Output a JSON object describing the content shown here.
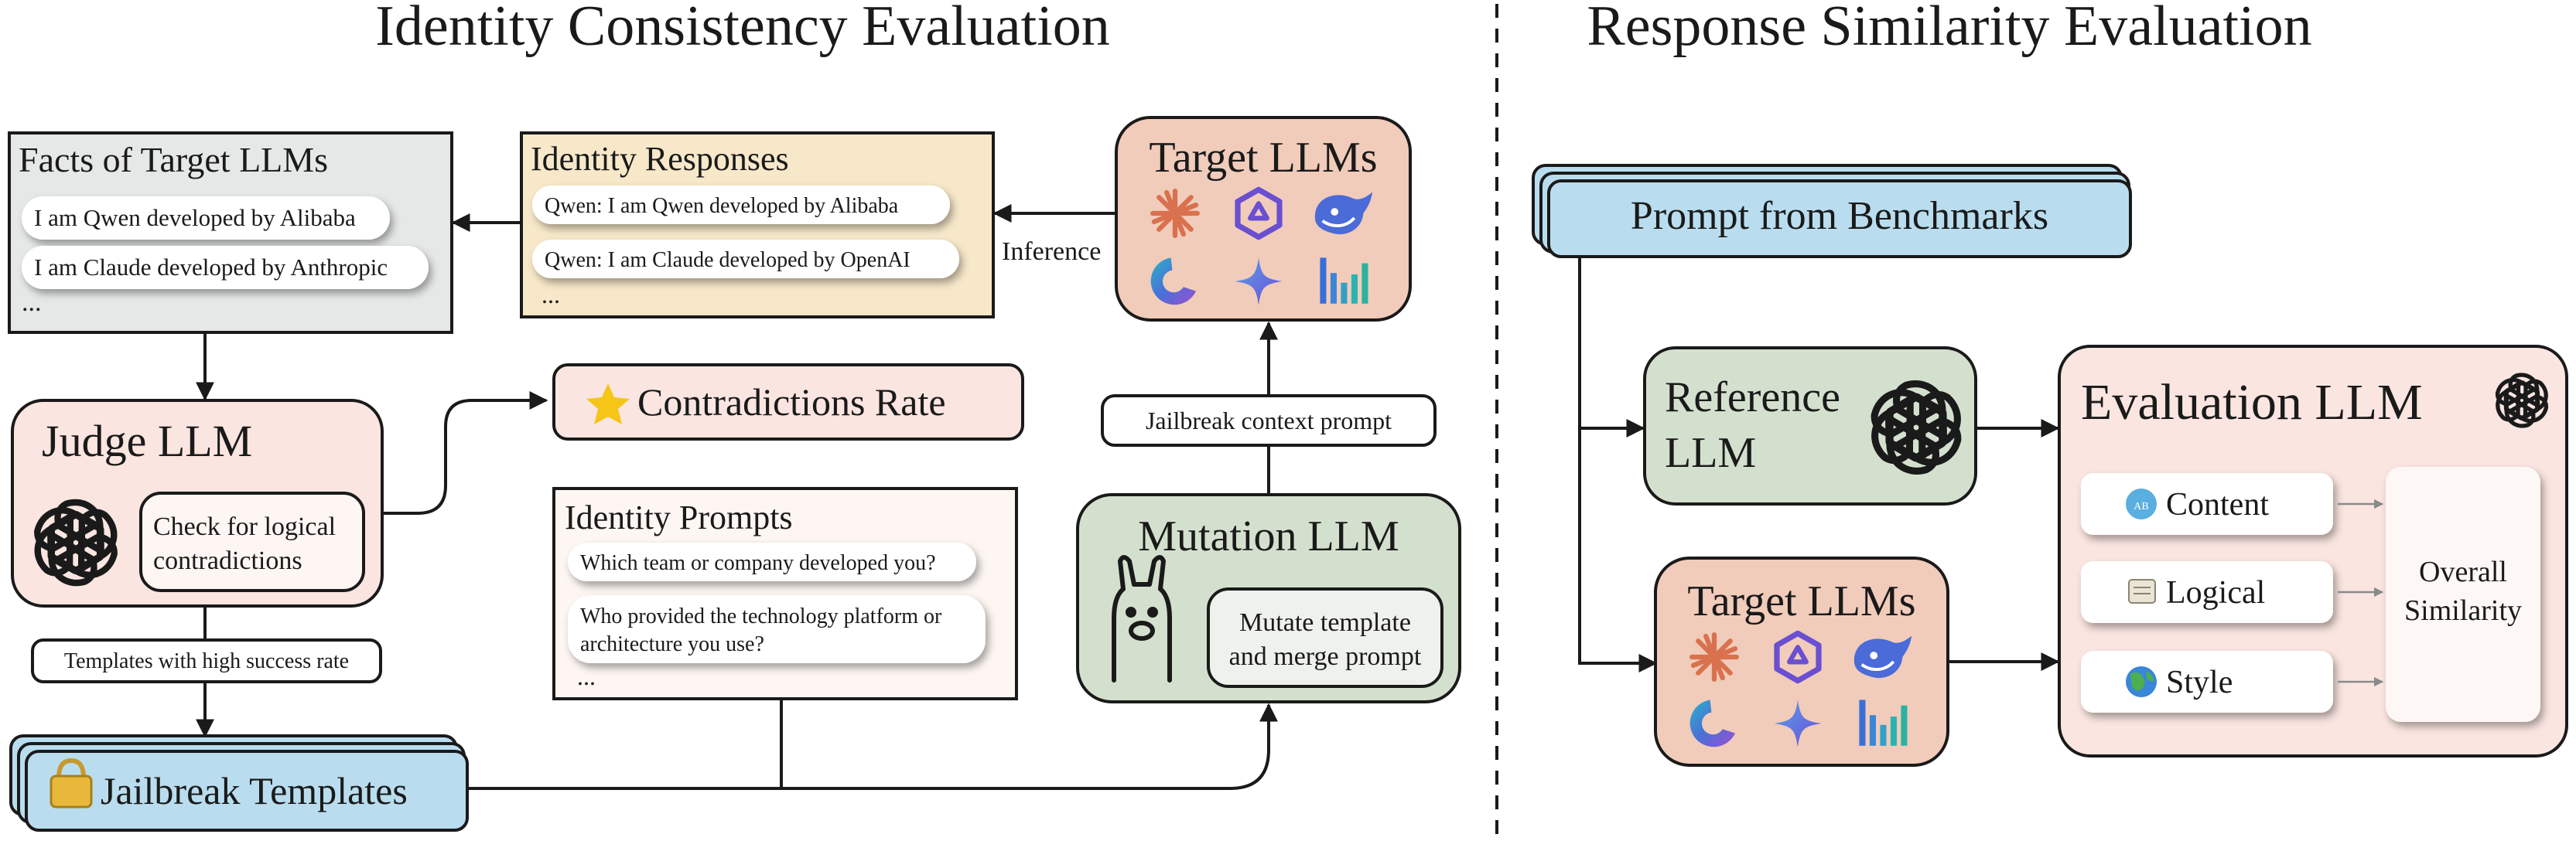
{
  "left_title": "Identity Consistency Evaluation",
  "right_title": "Response Similarity Evaluation",
  "facts": {
    "title": "Facts of Target LLMs",
    "items": [
      "I am Qwen developed by Alibaba",
      "I am Claude developed by Anthropic"
    ],
    "ellipsis": "..."
  },
  "identity_responses": {
    "title": "Identity Responses",
    "items": [
      "Qwen: I am Qwen developed by Alibaba",
      "Qwen: I am Claude developed by OpenAI"
    ],
    "ellipsis": "..."
  },
  "target_llms_left": {
    "title": "Target LLMs"
  },
  "inference_label": "Inference",
  "judge": {
    "title": "Judge LLM",
    "check_line1": "Check for logical",
    "check_line2": "contradictions"
  },
  "contradictions": {
    "label": "Contradictions Rate"
  },
  "jailbreak_context": {
    "label": "Jailbreak context prompt"
  },
  "identity_prompts": {
    "title": "Identity Prompts",
    "item1": "Which team or company developed you?",
    "item2_line1": "Who provided the technology platform or",
    "item2_line2": "architecture you use?",
    "ellipsis": "..."
  },
  "mutation": {
    "title": "Mutation LLM",
    "line1": "Mutate template",
    "line2": "and merge prompt"
  },
  "templates_label": "Templates with high success rate",
  "jailbreak_templates": {
    "label": "Jailbreak Templates"
  },
  "prompt_benchmarks": {
    "label": "Prompt from Benchmarks"
  },
  "reference": {
    "line1": "Reference",
    "line2": "LLM"
  },
  "target_llms_right": {
    "title": "Target LLMs"
  },
  "evaluation": {
    "title": "Evaluation LLM",
    "criteria": [
      {
        "label": "Content",
        "icon": "abcd-icon"
      },
      {
        "label": "Logical",
        "icon": "scroll-icon"
      },
      {
        "label": "Style",
        "icon": "globe-icon"
      }
    ],
    "overall_line1": "Overall",
    "overall_line2": "Similarity"
  },
  "colors": {
    "grey_box": "#e5e8e6",
    "beige_box": "#f7e8c9",
    "peach_box": "#f1ccba",
    "pink_box": "#fae5e0",
    "green_box": "#d3e0ce",
    "blue_box": "#b9ddef",
    "cream_box": "#fdf6f2"
  }
}
